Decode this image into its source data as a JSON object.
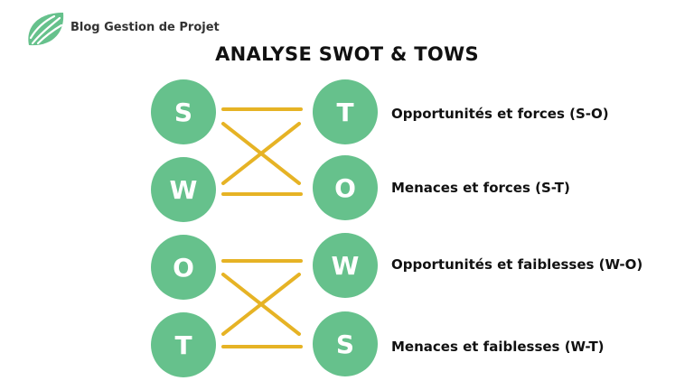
{
  "brand": {
    "name": "Blog Gestion de Projet"
  },
  "title": "ANALYSE SWOT & TOWS",
  "colors": {
    "circle": "#66c18c",
    "connector": "#e6b325",
    "text": "#111111"
  },
  "swot": [
    {
      "letter": "S"
    },
    {
      "letter": "W"
    },
    {
      "letter": "O"
    },
    {
      "letter": "T"
    }
  ],
  "tows": [
    {
      "letter": "T"
    },
    {
      "letter": "O"
    },
    {
      "letter": "W"
    },
    {
      "letter": "S"
    }
  ],
  "strategies": [
    {
      "label": "Opportunités et forces (S-O)"
    },
    {
      "label": "Menaces et forces (S-T)"
    },
    {
      "label": "Opportunités et faiblesses (W-O)"
    },
    {
      "label": "Menaces et faiblesses (W-T)"
    }
  ]
}
